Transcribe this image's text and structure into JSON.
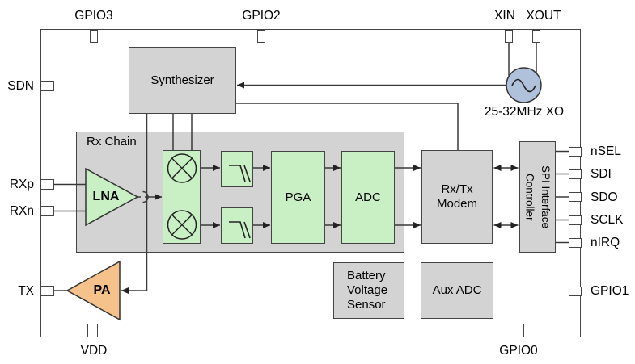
{
  "blocks": {
    "synthesizer": "Synthesizer",
    "rx_chain": "Rx Chain",
    "lna": "LNA",
    "pa": "PA",
    "pga": "PGA",
    "adc": "ADC",
    "modem": "Rx/Tx\nModem",
    "spi": "SPI Interface\nController",
    "battery": "Battery\nVoltage\nSensor",
    "aux_adc": "Aux ADC",
    "xo": "25-32MHz XO"
  },
  "pins": {
    "top": [
      "GPIO3",
      "GPIO2",
      "XIN",
      "XOUT"
    ],
    "left": [
      "SDN",
      "RXp",
      "RXn",
      "TX"
    ],
    "right": [
      "nSEL",
      "SDI",
      "SDO",
      "SCLK",
      "nIRQ",
      "GPIO1"
    ],
    "bottom": [
      "VDD",
      "GPIO0"
    ]
  },
  "colors": {
    "block_gray": "#d3d3d3",
    "block_green": "#c9f0c4",
    "pa_orange": "#f6c28c",
    "xo_blue": "#b0c1dc",
    "line": "#3a3a3a",
    "pin_fill": "#ffffff",
    "background": "#ffffff"
  }
}
